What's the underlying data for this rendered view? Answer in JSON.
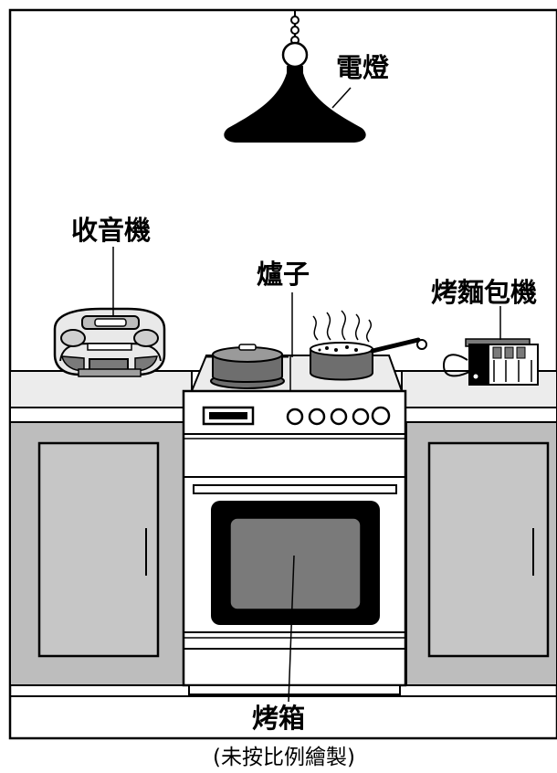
{
  "labels": {
    "lamp": "電燈",
    "radio": "收音機",
    "stove": "爐子",
    "toaster": "烤麵包機",
    "oven": "烤箱"
  },
  "note": "(未按比例繪製)",
  "icons": {
    "lamp": "pendant-lamp-icon",
    "radio": "radio-cassette-icon",
    "pot": "cooking-pot-icon",
    "saucepan": "boiling-saucepan-icon",
    "toaster": "toaster-icon",
    "stove": "stove-oven-icon"
  },
  "colors": {
    "cabinet": "#bdbdbd",
    "counter": "#ececec",
    "oven_window": "#7a7a7a",
    "pot_fill": "#6e6e6e",
    "line": "#000000"
  }
}
